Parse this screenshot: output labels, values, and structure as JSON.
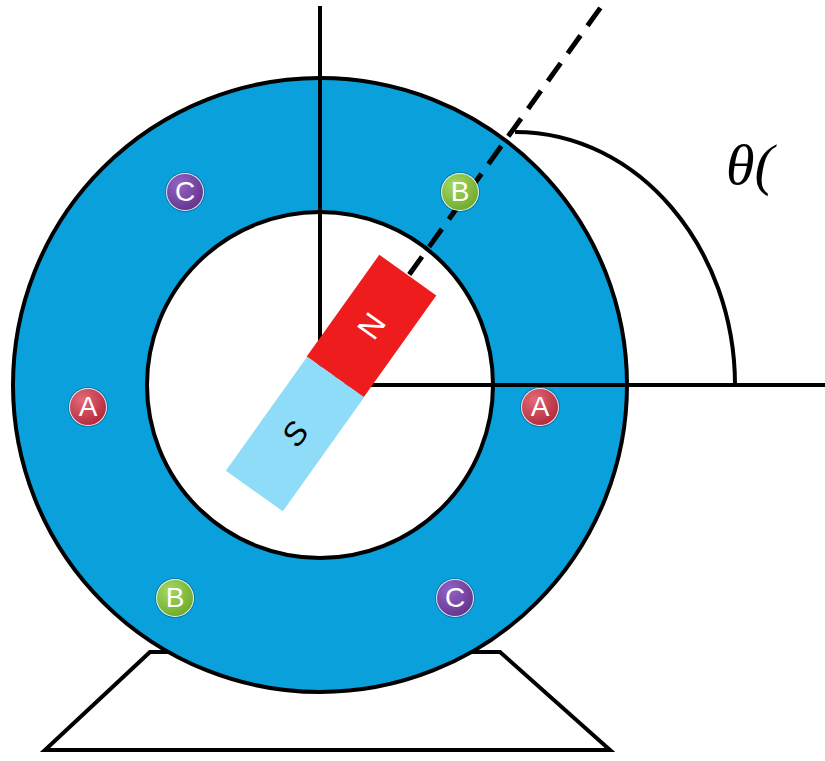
{
  "diagram": {
    "nodes": [
      {
        "text": [
          "C"
        ]
      },
      {
        "text": [
          "B"
        ]
      },
      {
        "text": [
          "N"
        ]
      },
      {
        "text": [
          "A"
        ]
      },
      {
        "text": [
          "A"
        ]
      },
      {
        "text": [
          "S"
        ]
      },
      {
        "text": [
          "B"
        ]
      },
      {
        "text": [
          "C"
        ]
      }
    ],
    "labels": [
      "θ("
    ]
  }
}
